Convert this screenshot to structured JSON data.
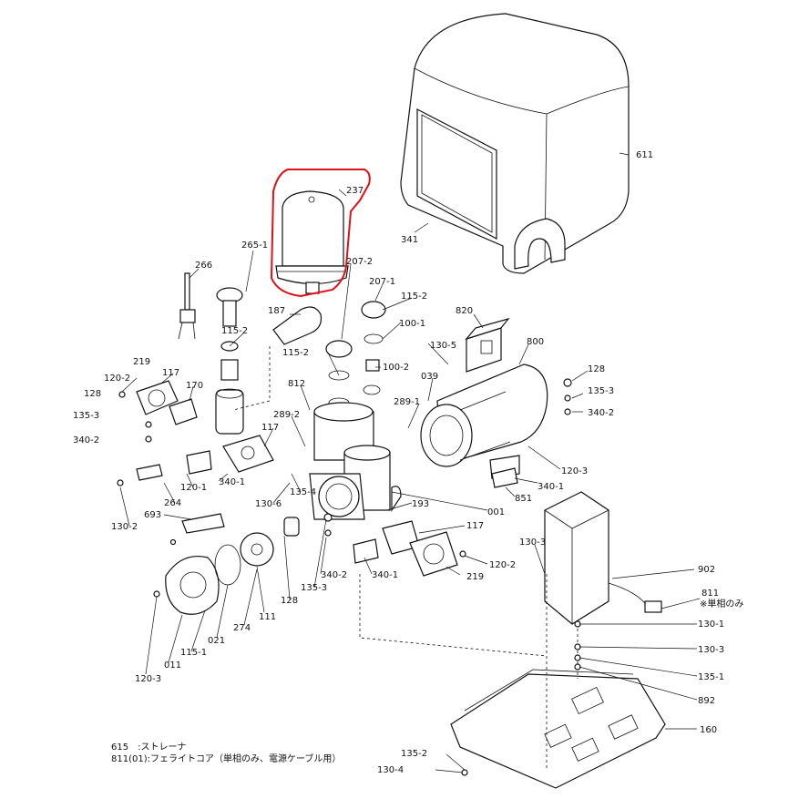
{
  "labels": {
    "p237": "237",
    "p611": "611",
    "p341": "341",
    "p265_1": "265-1",
    "p266": "266",
    "p187": "187",
    "p207_2": "207-2",
    "p207_1": "207-1",
    "p115_2a": "115-2",
    "p115_2b": "115-2",
    "p115_2c": "115-2",
    "p100_1": "100-1",
    "p100_2": "100-2",
    "p820": "820",
    "p130_5": "130-5",
    "p800": "800",
    "p128a": "128",
    "p135_3a": "135-3",
    "p340_2a": "340-2",
    "p039": "039",
    "p289_1": "289-1",
    "p812": "812",
    "p289_2": "289-2",
    "p219a": "219",
    "p117a": "117",
    "p170": "170",
    "p120_2a": "120-2",
    "p128b": "128",
    "p135_3b": "135-3",
    "p340_2b": "340-2",
    "p117b": "117",
    "p340_1a": "340-1",
    "p120_1": "120-1",
    "p135_4": "135-4",
    "p130_6": "130-6",
    "p264": "264",
    "p130_2": "130-2",
    "p693": "693",
    "p120_3a": "120-3",
    "p340_1b": "340-1",
    "p851": "851",
    "p001": "001",
    "p193": "193",
    "p117c": "117",
    "p340_1c": "340-1",
    "p120_2b": "120-2",
    "p219b": "219",
    "p340_2c": "340-2",
    "p135_3c": "135-3",
    "p128c": "128",
    "p111": "111",
    "p274": "274",
    "p021": "021",
    "p115_1": "115-1",
    "p011": "011",
    "p120_3b": "120-3",
    "p130_3a": "130-3",
    "p902": "902",
    "p811": "811",
    "p811_note": "※単相のみ",
    "p130_1": "130-1",
    "p130_3b": "130-3",
    "p135_1": "135-1",
    "p892": "892",
    "p160": "160",
    "p135_2": "135-2",
    "p130_4": "130-4"
  },
  "notes": {
    "line1": "615　:ストレーナ",
    "line2": "811(01):フェライトコア（単相のみ、電源ケーブル用）"
  },
  "colors": {
    "highlight": "#e0101a",
    "ink": "#111111"
  }
}
